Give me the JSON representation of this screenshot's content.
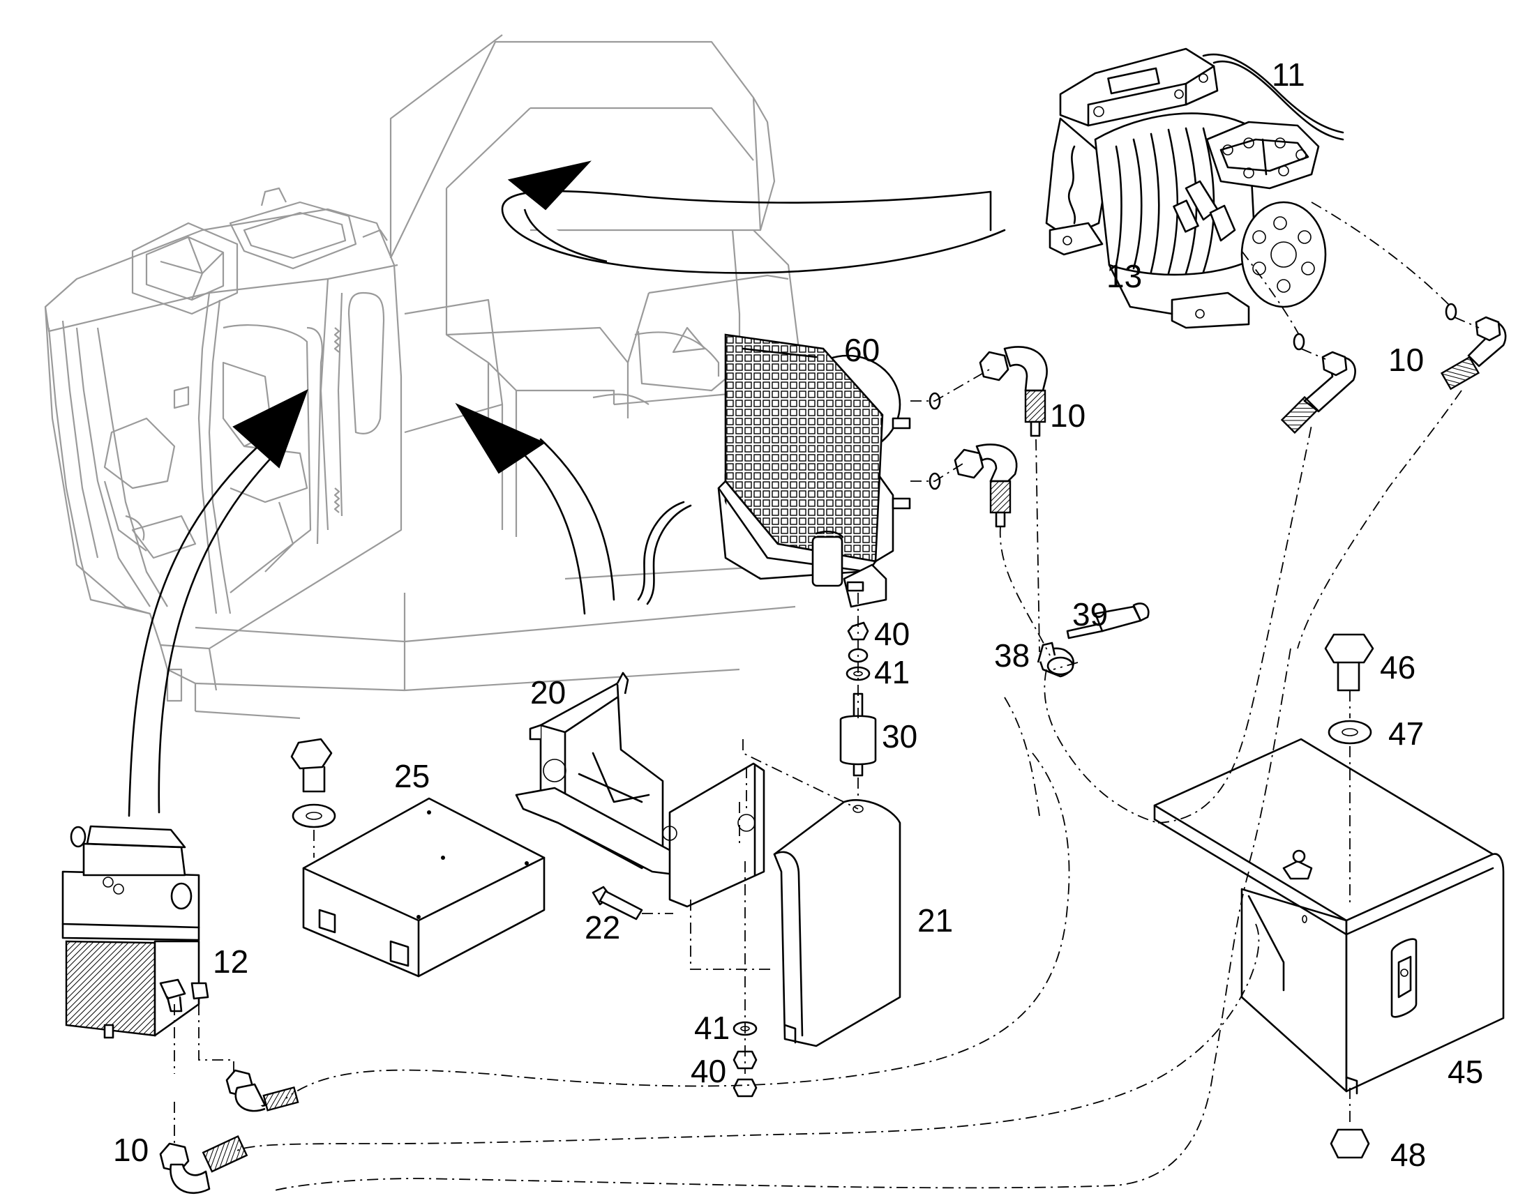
{
  "callouts": [
    {
      "id": "c11",
      "text": "11"
    },
    {
      "id": "c13",
      "text": "13"
    },
    {
      "id": "c60",
      "text": "60"
    },
    {
      "id": "c10a",
      "text": "10"
    },
    {
      "id": "c10b",
      "text": "10"
    },
    {
      "id": "c10c",
      "text": "10"
    },
    {
      "id": "c40a",
      "text": "40"
    },
    {
      "id": "c41a",
      "text": "41"
    },
    {
      "id": "c39",
      "text": "39"
    },
    {
      "id": "c38",
      "text": "38"
    },
    {
      "id": "c30",
      "text": "30"
    },
    {
      "id": "c20",
      "text": "20"
    },
    {
      "id": "c25",
      "text": "25"
    },
    {
      "id": "c46",
      "text": "46"
    },
    {
      "id": "c47",
      "text": "47"
    },
    {
      "id": "c21",
      "text": "21"
    },
    {
      "id": "c22",
      "text": "22"
    },
    {
      "id": "c12",
      "text": "12"
    },
    {
      "id": "c41b",
      "text": "41"
    },
    {
      "id": "c40b",
      "text": "40"
    },
    {
      "id": "c45",
      "text": "45"
    },
    {
      "id": "c48",
      "text": "48"
    }
  ]
}
